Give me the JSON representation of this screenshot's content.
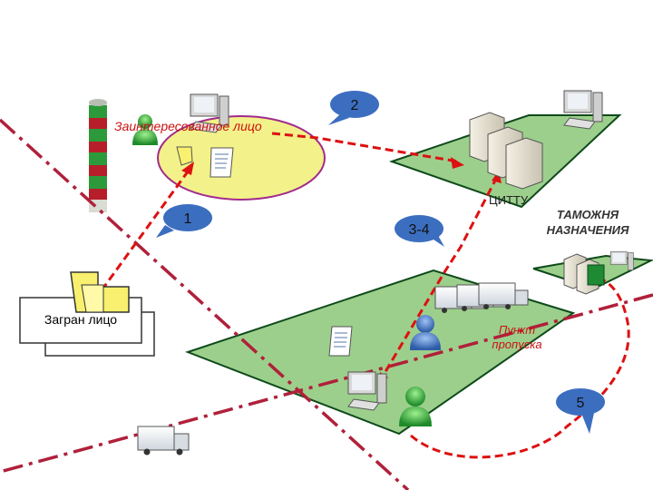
{
  "diagram": {
    "zones": {
      "authorized_person": "Заинтересованное лицо",
      "cittu": "ЦИТТУ",
      "destination_customs_line1": "ТАМОЖНЯ",
      "destination_customs_line2": "НАЗНАЧЕНИЯ",
      "checkpoint_line1": "Пункт",
      "checkpoint_line2": "пропуска"
    },
    "document_label": "Загран лицо",
    "steps": [
      "1",
      "2",
      "3-4",
      "5"
    ],
    "colors": {
      "border_line": "#b0203a",
      "flow_arrow": "#dd1111",
      "zone_fill": "#9ccf8c",
      "zone_stroke": "#0e4a1a",
      "ellipse_fill": "#f3f18a",
      "ellipse_stroke": "#a12b8c",
      "callout_fill": "#3c6ec0",
      "person_green": "#2faa3a",
      "person_blue": "#4b7bc4"
    }
  }
}
